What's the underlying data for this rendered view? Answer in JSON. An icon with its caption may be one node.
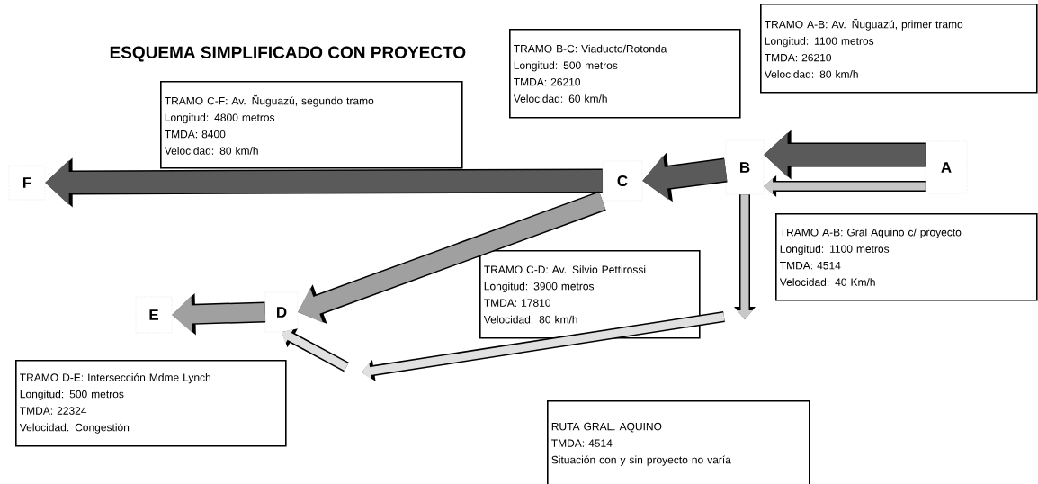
{
  "diagram": {
    "title": "ESQUEMA SIMPLIFICADO CON PROYECTO",
    "nodes": [
      {
        "text": [
          "A"
        ]
      },
      {
        "text": [
          "B"
        ]
      },
      {
        "text": [
          "C"
        ]
      },
      {
        "text": [
          "F"
        ]
      },
      {
        "text": [
          "D"
        ]
      },
      {
        "text": [
          "E"
        ]
      },
      {
        "text": [
          "TRAMO A-B: Av. Ñuguazú, primer tramo",
          "Longitud: 1100 metros",
          "TMDA: 26210",
          "Velocidad: 80 km/h"
        ]
      },
      {
        "text": [
          "TRAMO B-C: Viaducto/Rotonda",
          "Longitud: 500 metros",
          "TMDA: 26210",
          "Velocidad: 60 km/h"
        ]
      },
      {
        "text": [
          "TRAMO C-F: Av. Ñuguazú, segundo tramo",
          "Longitud: 4800 metros",
          "TMDA: 8400",
          "Velocidad: 80 km/h"
        ]
      },
      {
        "text": [
          "TRAMO A-B: Gral Aquino c/ proyecto",
          "Longitud: 1100 metros",
          "TMDA: 4514",
          "Velocidad:  40 Km/h"
        ]
      },
      {
        "text": [
          "TRAMO C-D: Av. Silvio Pettirossi",
          "Longitud: 3900 metros",
          "TMDA: 17810",
          "Velocidad: 80 km/h"
        ]
      },
      {
        "text": [
          "TRAMO D-E: Intersección Mdme Lynch",
          "Longitud:  500 metros",
          "TMDA: 22324",
          "Velocidad: Congestión"
        ]
      },
      {
        "text": [
          "RUTA GRAL. AQUINO",
          "TMDA: 4514",
          "Situación con y sin proyecto no varía"
        ]
      }
    ],
    "edges": [
      {
        "from": 0,
        "to": 1,
        "arrow": "to"
      },
      {
        "from": 0,
        "to": 1,
        "arrow": "to",
        "color": "#c8c8c8"
      },
      {
        "from": 1,
        "to": 2,
        "arrow": "to"
      },
      {
        "from": 2,
        "to": 3,
        "arrow": "to"
      },
      {
        "from": 2,
        "to": 4,
        "arrow": "to",
        "color": "#a0a0a0"
      },
      {
        "from": 4,
        "to": 5,
        "arrow": "to",
        "color": "#a0a0a0"
      },
      {
        "from": 1,
        "to": null,
        "arrow": "to",
        "color": "#c8c8c8"
      },
      {
        "from": null,
        "to": 4,
        "arrow": "to",
        "color": "#e0e0e0"
      }
    ]
  }
}
